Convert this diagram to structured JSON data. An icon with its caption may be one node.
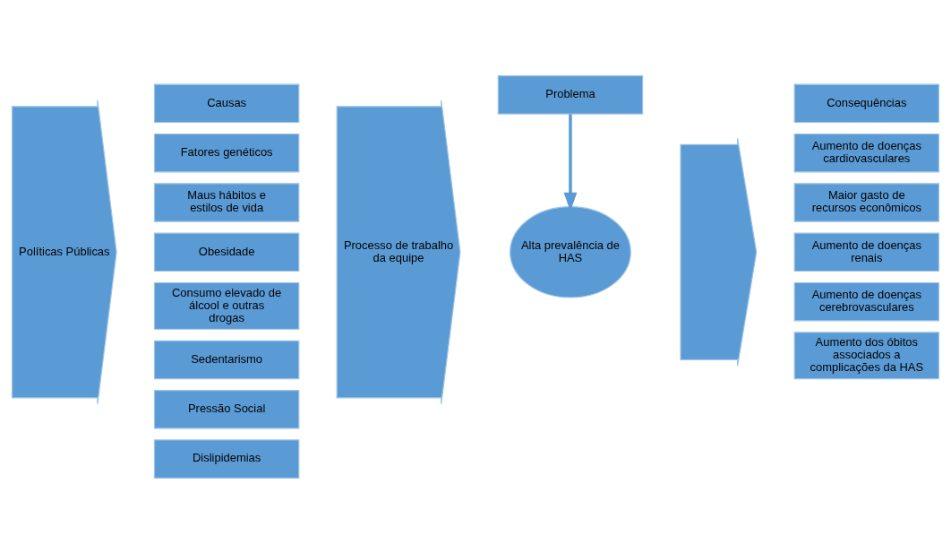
{
  "diagram": {
    "nodes": [
      {
        "text": [
          "Causas"
        ]
      },
      {
        "text": [
          "Problema"
        ]
      },
      {
        "text": [
          "Consequências"
        ]
      },
      {
        "text": [
          "Políticas Públicas"
        ]
      },
      {
        "text": [
          "Fatores genéticos"
        ]
      },
      {
        "text": [
          "Maus hábitos e estilos de vida"
        ]
      },
      {
        "text": [
          "Obesidade"
        ]
      },
      {
        "text": [
          "Consumo elevado de álcool e outras drogas"
        ]
      },
      {
        "text": [
          "Sedentarismo"
        ]
      },
      {
        "text": [
          "Pressão Social"
        ]
      },
      {
        "text": [
          "Dislipidemias"
        ]
      },
      {
        "text": [
          "Processo de trabalho da equipe"
        ]
      },
      {
        "text": [
          "Alta prevalência de HAS"
        ]
      },
      {
        "text": [],
        "shape": "arrow"
      },
      {
        "text": [
          "Aumento de doenças cardiovasculares"
        ]
      },
      {
        "text": [
          "Maior gasto de recursos econômicos"
        ]
      },
      {
        "text": [
          "Aumento de doenças renais"
        ]
      },
      {
        "text": [
          "Aumento de doenças cerebrovasculares"
        ]
      },
      {
        "text": [
          "Aumento dos óbitos associados a complicações da HAS"
        ]
      }
    ],
    "edges": [
      {
        "from": 1,
        "to": 12,
        "arrow": "to"
      }
    ]
  }
}
